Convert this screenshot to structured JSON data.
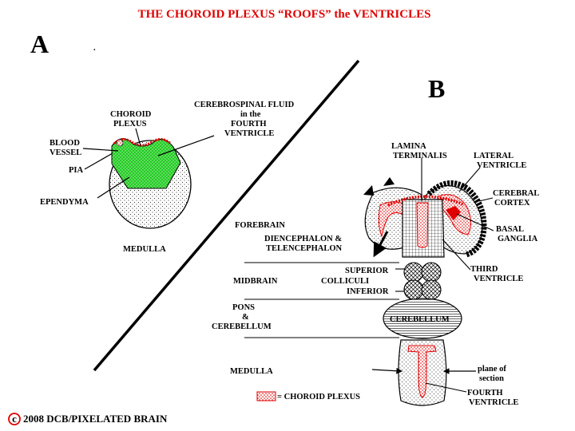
{
  "title": "THE CHOROID PLEXUS “ROOFS” the VENTRICLES",
  "panel_a": {
    "letter": "A",
    "dot": ".",
    "labels": {
      "choroid": [
        "CHOROID",
        "PLEXUS"
      ],
      "csf": [
        "CEREBROSPINAL FLUID",
        "in the",
        "FOURTH",
        "VENTRICLE"
      ],
      "blood": [
        "BLOOD",
        "VESSEL"
      ],
      "pia": "PIA",
      "ependyma": "EPENDYMA",
      "medulla": "MEDULLA"
    }
  },
  "panel_b": {
    "letter": "B",
    "left_labels": {
      "forebrain": "FOREBRAIN",
      "diencephalon": [
        "DIENCEPHALON &",
        "TELENCEPHALON"
      ],
      "midbrain": "MIDBRAIN",
      "pons": [
        "PONS",
        "&",
        "CEREBELLUM"
      ],
      "medulla": "MEDULLA"
    },
    "structure_labels": {
      "lamina": [
        "LAMINA",
        "TERMINALIS"
      ],
      "lateral": [
        "LATERAL",
        "VENTRICLE"
      ],
      "cortex": [
        "CEREBRAL",
        "CORTEX"
      ],
      "basal": [
        "BASAL",
        "GANGLIA"
      ],
      "third": [
        "THIRD",
        "VENTRICLE"
      ],
      "superior": "SUPERIOR",
      "colliculi": "COLLICULI",
      "inferior": "INFERIOR",
      "cerebellum": "CEREBELLUM",
      "plane": [
        "plane of",
        "section"
      ],
      "fourth": [
        "FOURTH",
        "VENTRICLE"
      ]
    },
    "legend": "= CHOROID PLEXUS"
  },
  "copyright": {
    "symbol": "c",
    "text": "2008  DCB/PIXELATED BRAIN"
  },
  "colors": {
    "title": "#e00000",
    "choroid_green": "#22cc22",
    "choroid_red": "#e00000"
  }
}
